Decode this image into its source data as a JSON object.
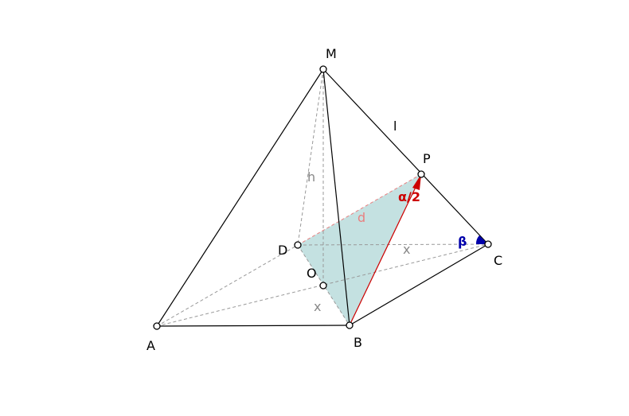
{
  "colors": {
    "edge": "#000000",
    "hidden": "#999999",
    "section_fill": "#c4e1e1",
    "highlight": "#cc0000",
    "dist_label": "#e88080",
    "angle_beta": "#0000aa",
    "aux_label": "#888888"
  },
  "points": {
    "M": "M",
    "P": "P",
    "D": "D",
    "O": "O",
    "A": "A",
    "B": "B",
    "C": "C"
  },
  "labels": {
    "slant_edge": "l",
    "height": "h",
    "distance": "d",
    "half_angle": "α/2",
    "base_angle": "β",
    "half_diag_1": "x",
    "half_diag_2": "x"
  }
}
